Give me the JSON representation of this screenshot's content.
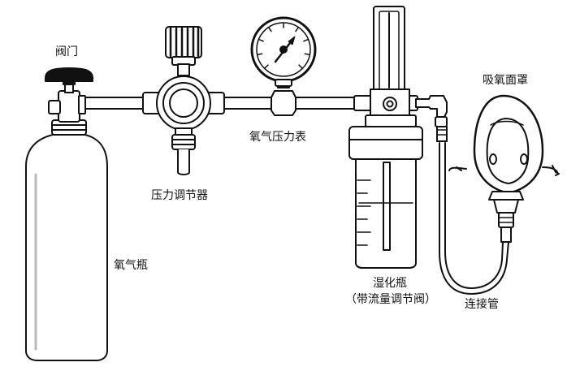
{
  "labels": {
    "valve": "阀门",
    "regulator": "压力调节器",
    "gauge": "氧气压力表",
    "cylinder": "氧气瓶",
    "humidifier": "湿化瓶",
    "humidifier_sub": "（带流量调节阀）",
    "mask": "吸氧面罩",
    "tube": "连接管"
  },
  "gauge": {
    "ticks": 9
  },
  "colors": {
    "line": "#111111",
    "fill": "#ffffff",
    "shade": "#dcdcdc"
  }
}
